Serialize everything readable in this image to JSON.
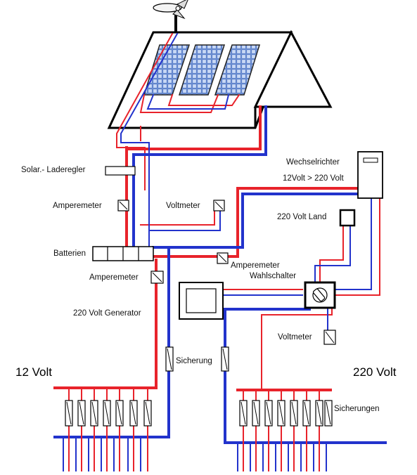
{
  "labels": {
    "solar_charge_controller": "Solar.-  Laderegler",
    "ammeter_1": "Amperemeter",
    "voltmeter_1": "Voltmeter",
    "batteries": "Batterien",
    "ammeter_2": "Amperemeter",
    "ammeter_3": "Amperemeter",
    "generator": "220 Volt  Generator",
    "inverter_line1": "Wechselrichter",
    "inverter_line2": "12Volt > 220 Volt",
    "shore_power": "220 Volt Land",
    "selector_switch": "Wahlschalter",
    "voltmeter_2": "Voltmeter",
    "fuse": "Sicherung",
    "fuses": "Sicherungen",
    "dc_bus": "12 Volt",
    "ac_bus": "220 Volt"
  },
  "colors": {
    "positive": "#e8232b",
    "negative": "#2233cc",
    "outline": "#000000",
    "panel_fill": "#7f9fd8"
  }
}
